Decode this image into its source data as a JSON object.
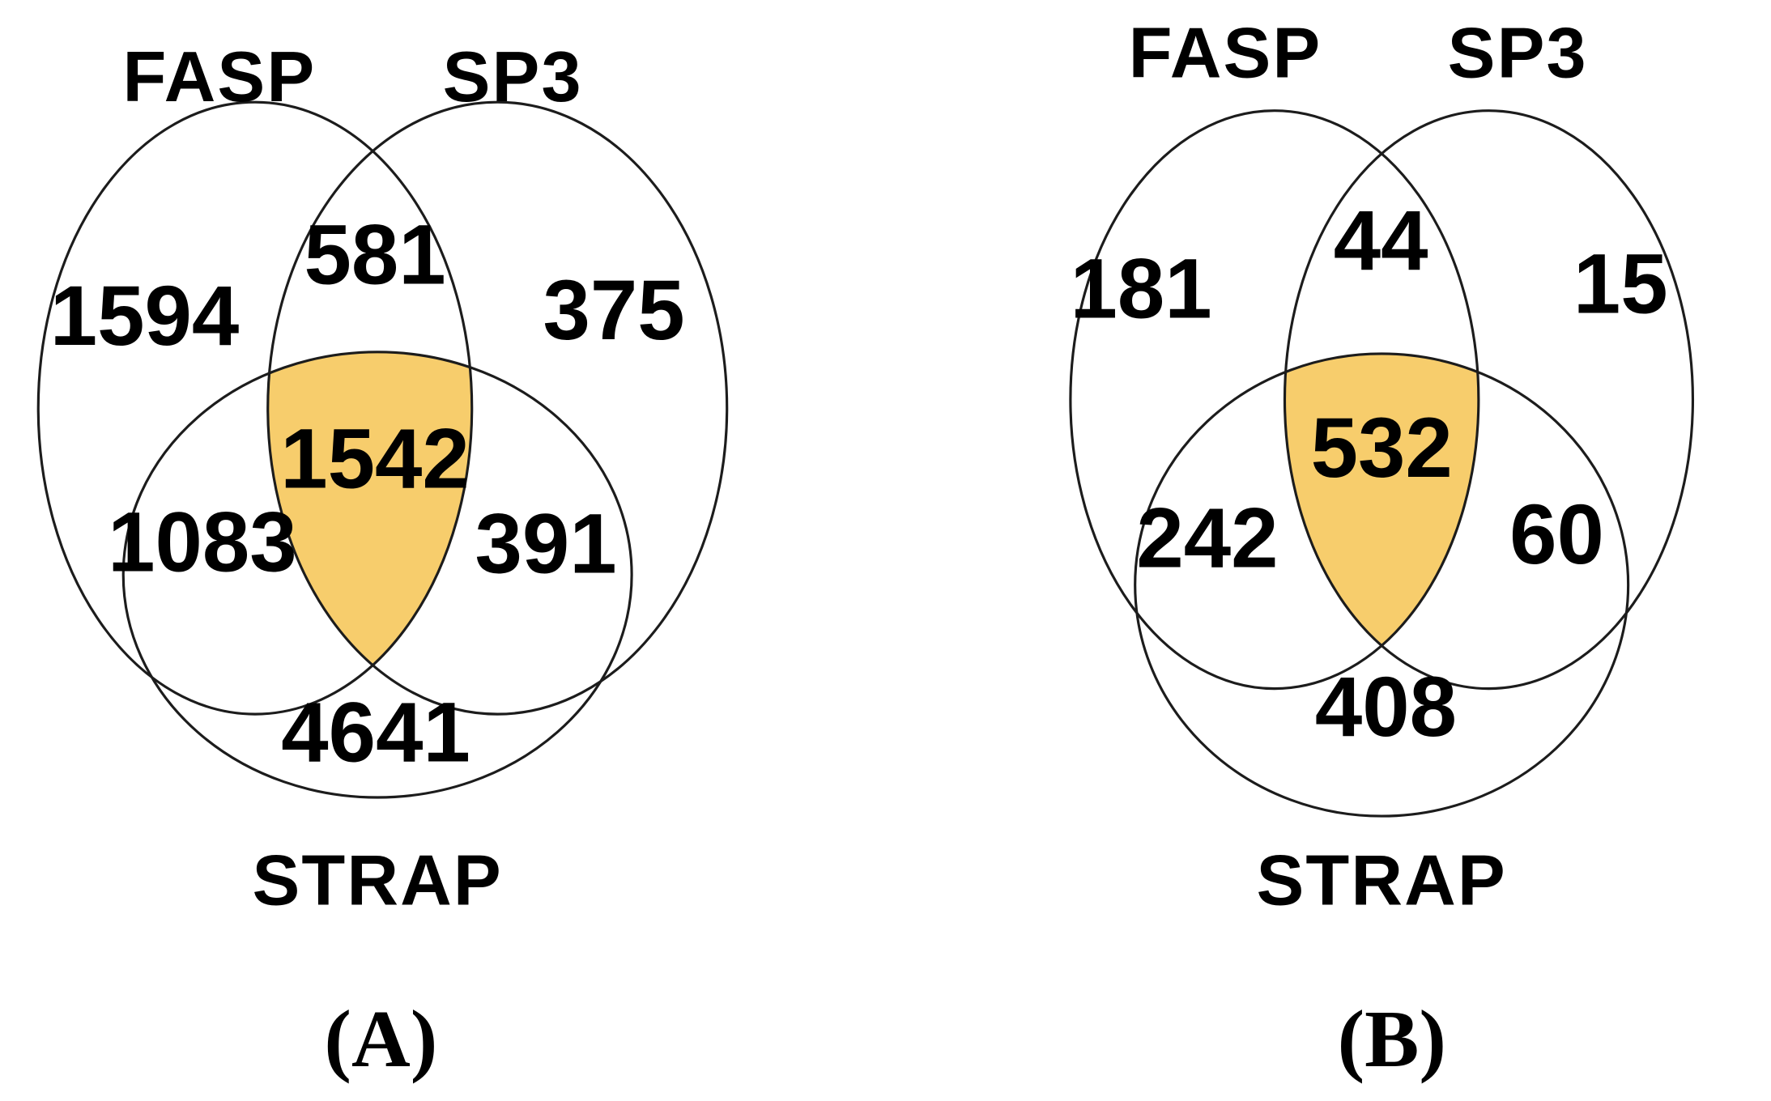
{
  "figure": {
    "type": "venn-comparison-figure",
    "background": "#ffffff"
  },
  "colors": {
    "triple_intersection_fill": "#F7CD6C",
    "circle_stroke": "#1c1c1c",
    "text": "#000000"
  },
  "diagrams": [
    {
      "caption": "(A)",
      "labels": {
        "top_left": "FASP",
        "top_right": "SP3",
        "bottom": "STRAP"
      },
      "values": {
        "left_only": "1594",
        "top_overlap": "581",
        "right_only": "375",
        "center": "1542",
        "left_bottom_overlap": "1083",
        "right_bottom_overlap": "391",
        "bottom_only": "4641"
      }
    },
    {
      "caption": "(B)",
      "labels": {
        "top_left": "FASP",
        "top_right": "SP3",
        "bottom": "STRAP"
      },
      "values": {
        "left_only": "181",
        "top_overlap": "44",
        "right_only": "15",
        "center": "532",
        "left_bottom_overlap": "242",
        "right_bottom_overlap": "60",
        "bottom_only": "408"
      }
    }
  ],
  "chart_data": [
    {
      "type": "venn",
      "panel": "A",
      "sets": [
        "FASP",
        "SP3",
        "STRAP"
      ],
      "regions": {
        "FASP_only": 1594,
        "SP3_only": 375,
        "STRAP_only": 4641,
        "FASP_and_SP3": 581,
        "FASP_and_STRAP": 1083,
        "SP3_and_STRAP": 391,
        "FASP_and_SP3_and_STRAP": 1542
      },
      "highlighted_region": "FASP_and_SP3_and_STRAP",
      "highlight_color": "#F7CD6C"
    },
    {
      "type": "venn",
      "panel": "B",
      "sets": [
        "FASP",
        "SP3",
        "STRAP"
      ],
      "regions": {
        "FASP_only": 181,
        "SP3_only": 15,
        "STRAP_only": 408,
        "FASP_and_SP3": 44,
        "FASP_and_STRAP": 242,
        "SP3_and_STRAP": 60,
        "FASP_and_SP3_and_STRAP": 532
      },
      "highlighted_region": "FASP_and_SP3_and_STRAP",
      "highlight_color": "#F7CD6C"
    }
  ]
}
